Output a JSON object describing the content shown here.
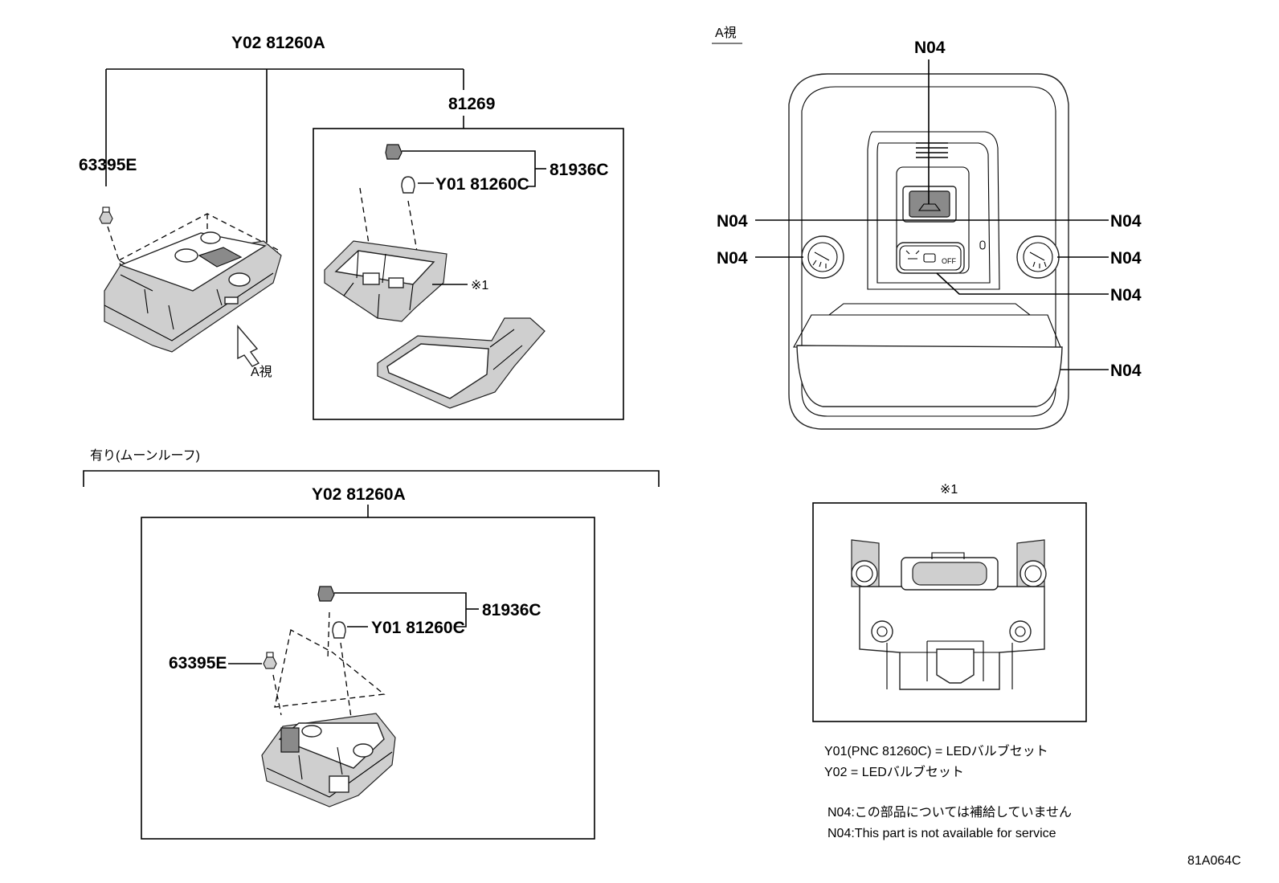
{
  "labels": {
    "top_assy": "Y02 81260A",
    "sub_assy": "81269",
    "clip_left": "63395E",
    "socket_top": "81936C",
    "bulb_top": "Y01 81260C",
    "ref_star_inline": "※1",
    "view_arrow": "A視",
    "moonroof_caption": "有り(ムーンルーフ)",
    "moonroof_assy": "Y02 81260A",
    "socket_bottom": "81936C",
    "bulb_bottom": "Y01 81260C",
    "clip_bottom": "63395E",
    "view_a_title": "A視",
    "n04": "N04",
    "star_box_title": "※1",
    "switch_off": "OFF",
    "figure_code": "81A064C"
  },
  "notes": {
    "y01": "Y01(PNC 81260C) = LEDバルブセット",
    "y02": "Y02 = LEDバルブセット",
    "n04_jp": "N04:この部品については補給していません",
    "n04_en": "N04:This part is not available for service"
  }
}
